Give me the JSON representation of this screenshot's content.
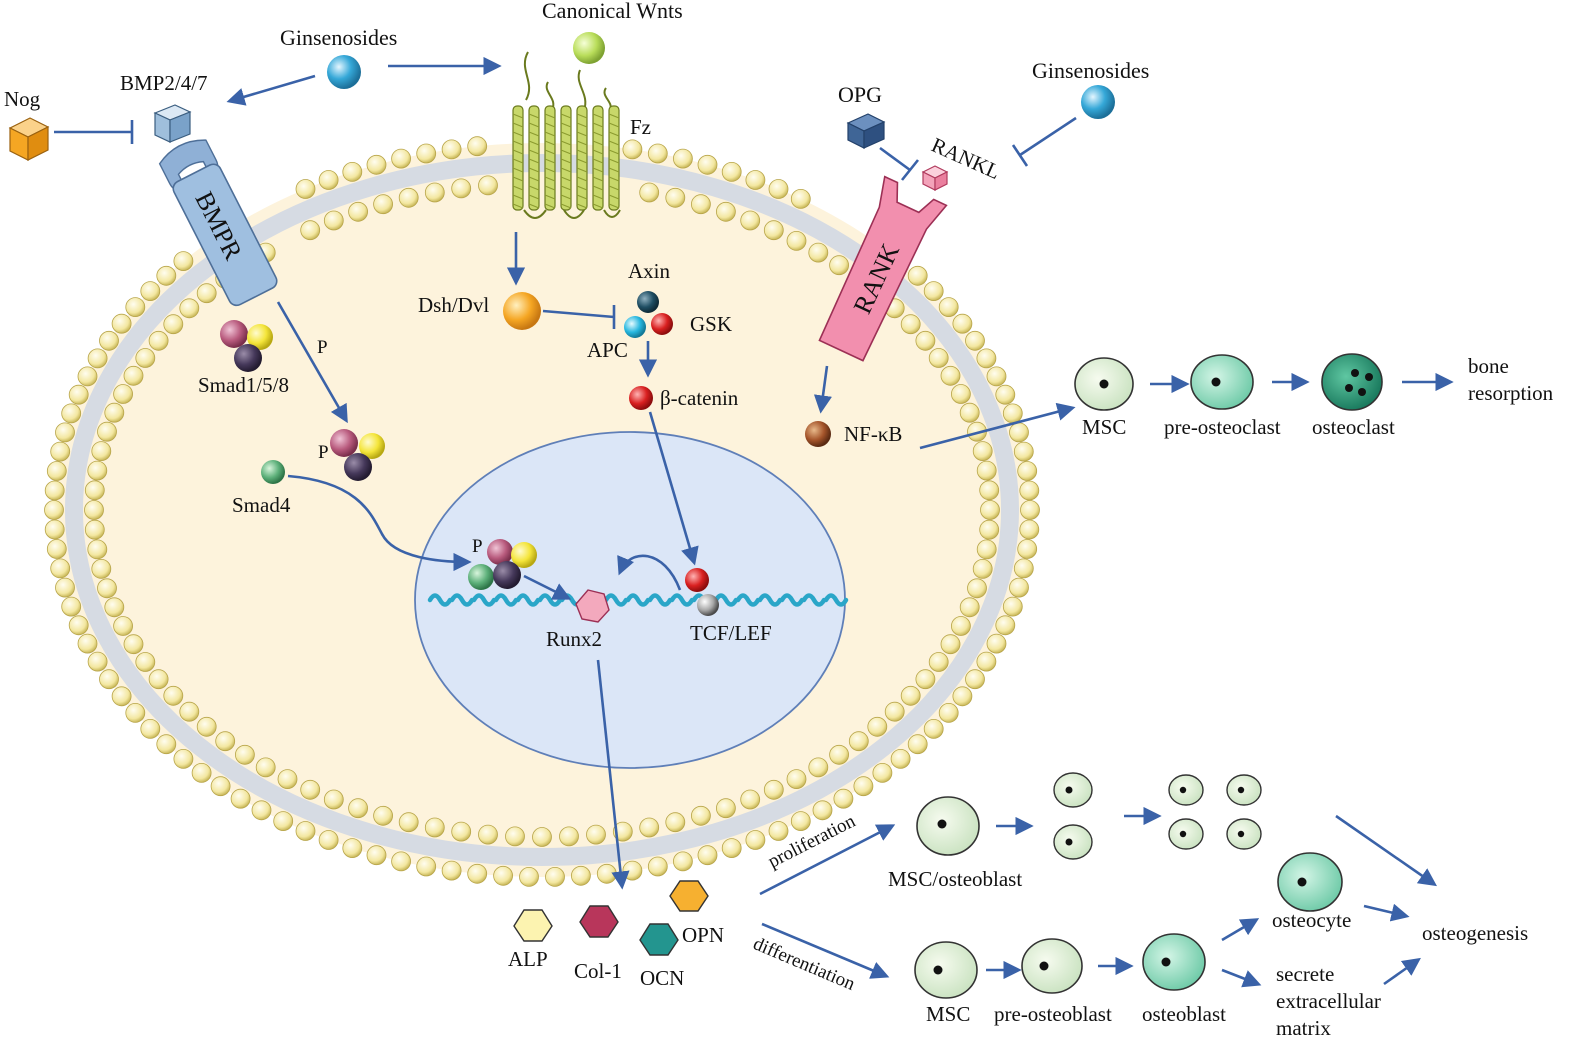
{
  "labels": {
    "canonical_wnts": "Canonical Wnts",
    "ginsenosides_top": "Ginsenosides",
    "ginsenosides_right": "Ginsenosides",
    "bmp": "BMP2/4/7",
    "nog": "Nog",
    "bmpr": "BMPR",
    "fz": "Fz",
    "opg": "OPG",
    "rankl": "RANKL",
    "rank": "RANK",
    "dsh": "Dsh/Dvl",
    "axin": "Axin",
    "gsk": "GSK",
    "apc": "APC",
    "beta_catenin": "β-catenin",
    "smad158": "Smad1/5/8",
    "smad4": "Smad4",
    "p1": "P",
    "p2": "P",
    "p3": "P",
    "runx2": "Runx2",
    "tcf": "TCF/LEF",
    "nfkb": "NF-κB",
    "msc_top": "MSC",
    "pre_osteoclast": "pre-osteoclast",
    "osteoclast": "osteoclast",
    "bone_line1": "bone",
    "bone_line2": "resorption",
    "alp": "ALP",
    "col1": "Col-1",
    "ocn": "OCN",
    "opn": "OPN",
    "proliferation": "proliferation",
    "differentiation": "differentiation",
    "msc_osteoblast": "MSC/osteoblast",
    "msc_bottom": "MSC",
    "pre_osteoblast": "pre-osteoblast",
    "osteoblast": "osteoblast",
    "osteocyte": "osteocyte",
    "secrete_line1": "secrete",
    "secrete_line2": "extracellular",
    "secrete_line3": "matrix",
    "osteogenesis": "osteogenesis"
  },
  "colors": {
    "arrow": "#3a62a8",
    "membrane_bead": "#f3e7a0",
    "cytoplasm": "#fdf3dc",
    "nucleus": "#dbe6f7",
    "bmpr": "#9fbfe0",
    "rank": "#f28fae",
    "wnt_receptor": "#c8d86a",
    "ginsenoside": "#35a8d8",
    "osteoclast_cell": "#3fae8e",
    "osteoblast_cell": "#b8e6cc"
  }
}
